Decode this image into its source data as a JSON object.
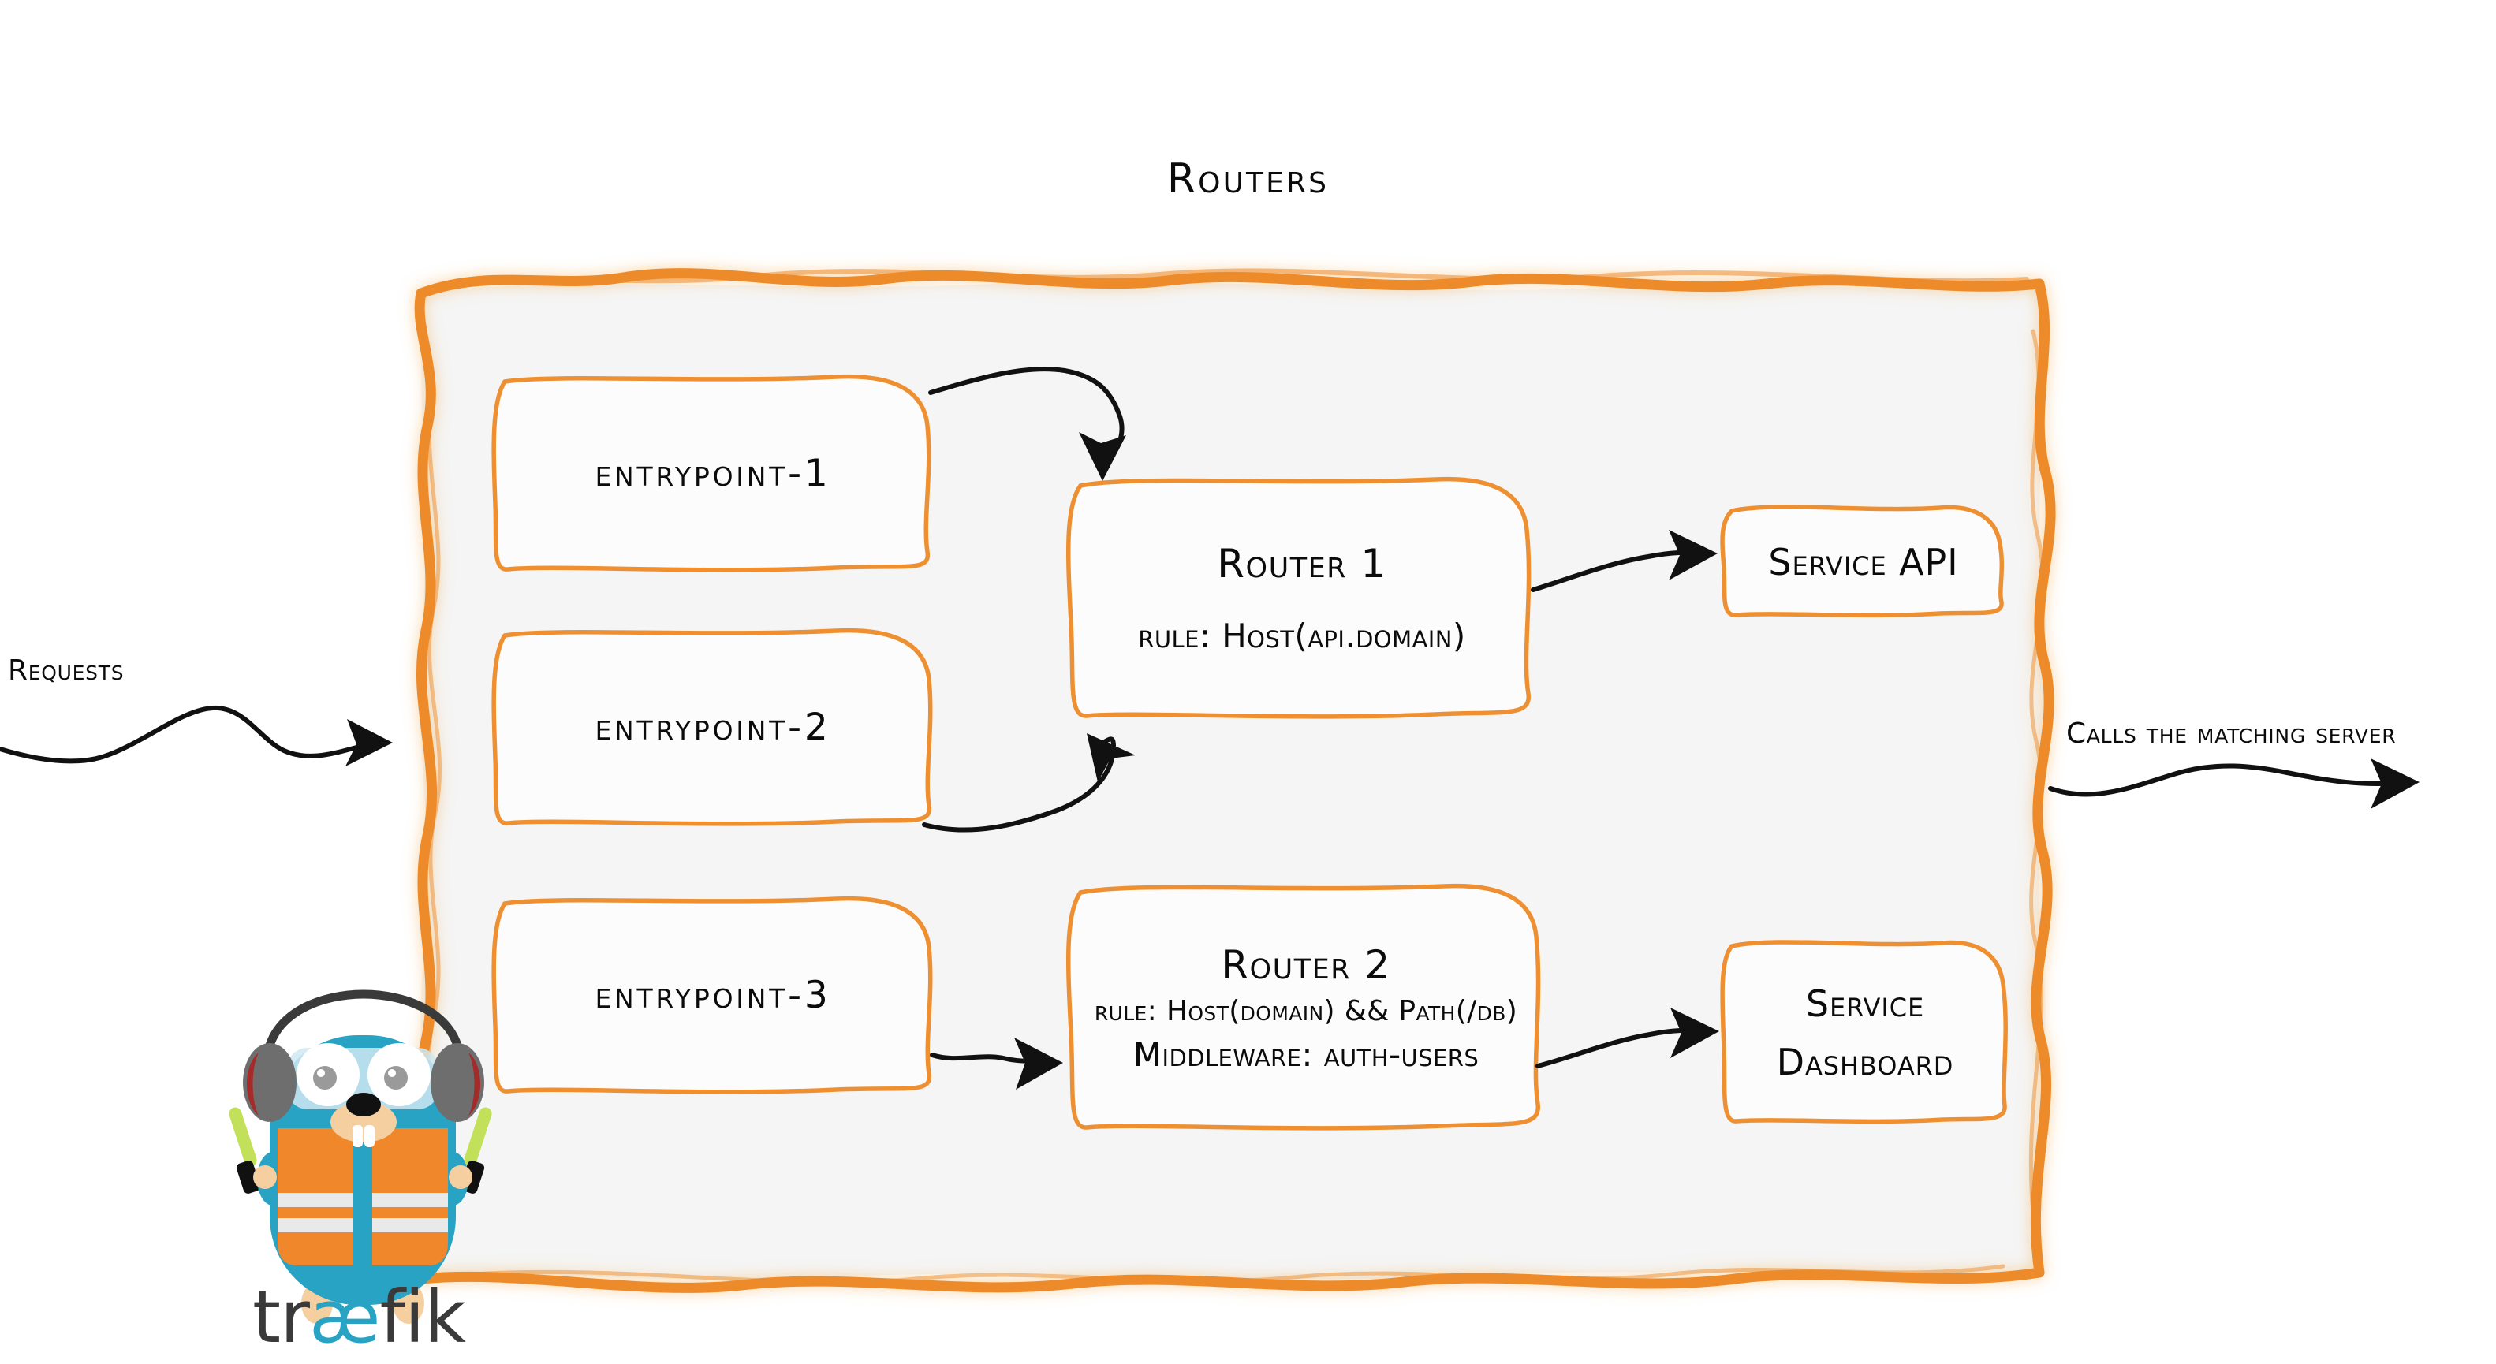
{
  "diagram": {
    "title": "Routers",
    "theme": {
      "border_orange": "#ED8B2A",
      "panel_fill": "#F5F5F5",
      "ink_black": "#0B0B0B",
      "traefik_cyan": "#29A3C4",
      "traefik_orange": "#F0872A",
      "wordmark_gray": "#3A3A3A"
    }
  },
  "entrypoints": [
    {
      "label": "entrypoint-1"
    },
    {
      "label": "entrypoint-2"
    },
    {
      "label": "entrypoint-3"
    }
  ],
  "routers": [
    {
      "title": "Router 1",
      "lines": [
        {
          "text": "rule: Host(api.domain)",
          "size": "normal"
        }
      ]
    },
    {
      "title": "Router 2",
      "lines": [
        {
          "text": "rule: Host(domain) && Path(/db)",
          "size": "small"
        },
        {
          "text": "Middleware: auth-users",
          "size": "normal"
        }
      ]
    }
  ],
  "services": [
    {
      "line1": "Service API",
      "line2": ""
    },
    {
      "line1": "Service",
      "line2": "Dashboard"
    }
  ],
  "captions": {
    "requests": "Requests",
    "calls_matching_server": "Calls the matching server"
  },
  "brand": {
    "wordmark_part1": "tr",
    "wordmark_ae": "æ",
    "wordmark_part2": "fik",
    "mascot": "traefik-gopher-mascot"
  }
}
